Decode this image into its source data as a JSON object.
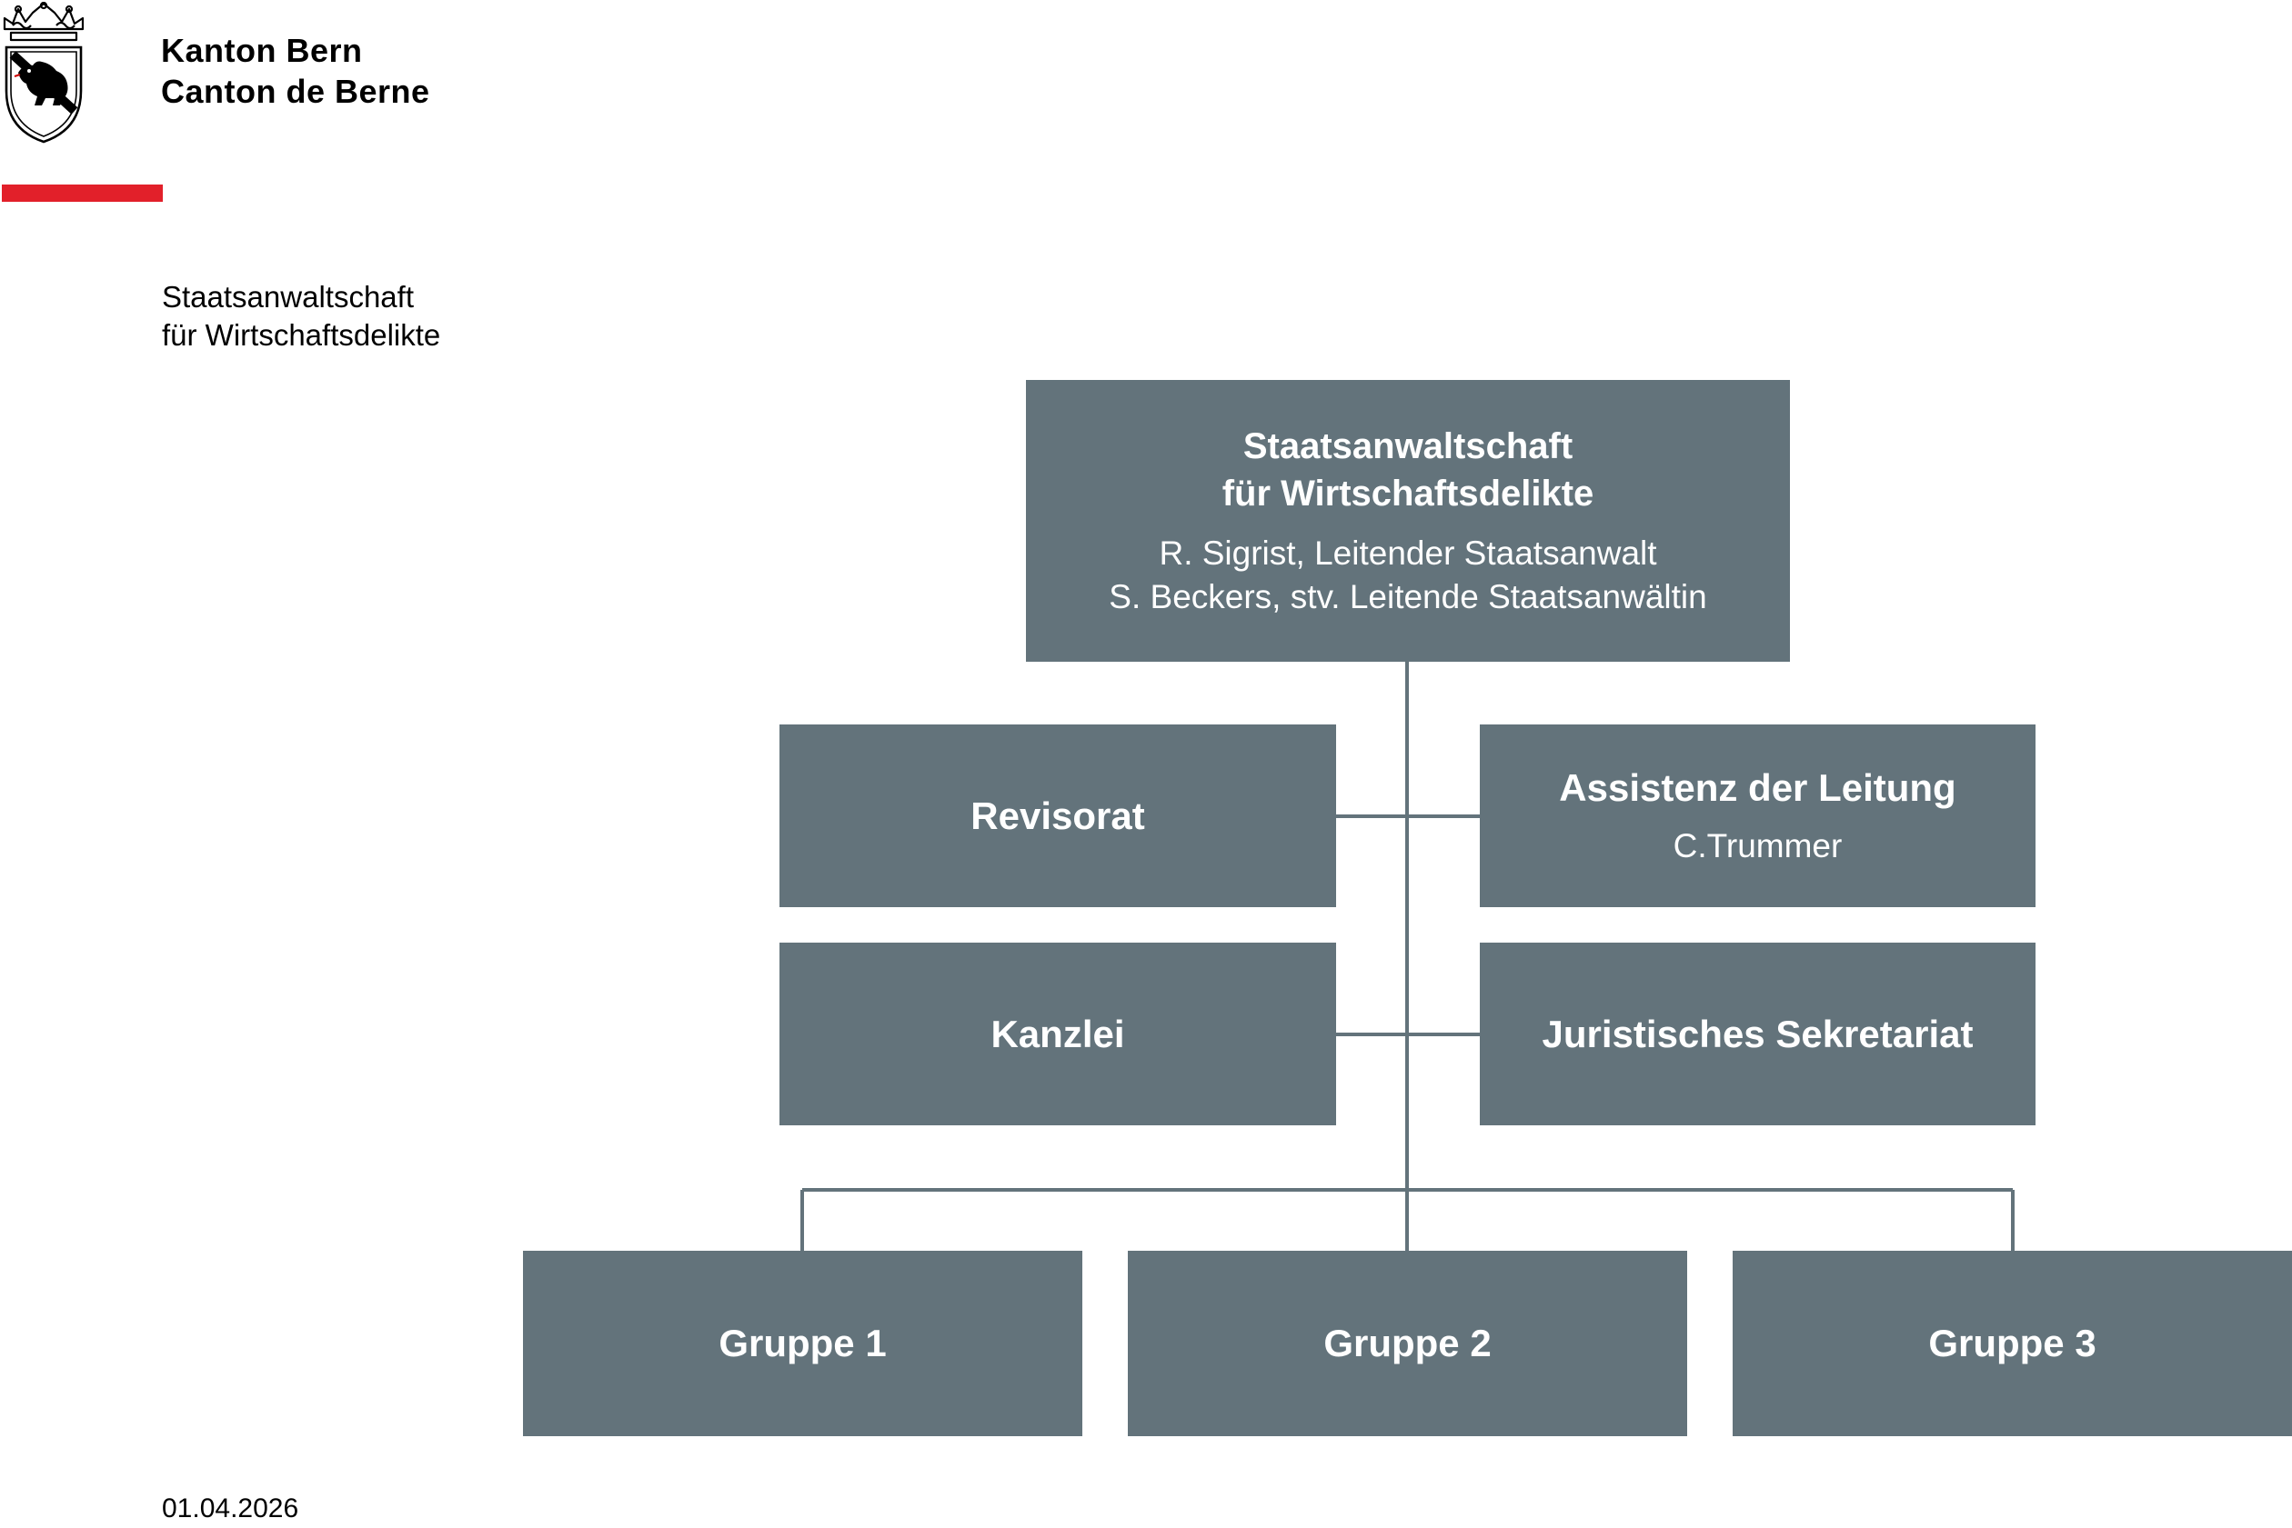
{
  "colors": {
    "box_fill": "#63737b",
    "connector": "#63737b",
    "accent_red": "#e2202a",
    "text_dark": "#000000",
    "text_on_box": "#ffffff"
  },
  "header": {
    "logo_icon": "bern-coat-of-arms-icon",
    "canton_de": "Kanton Bern",
    "canton_fr": "Canton de Berne"
  },
  "department": {
    "line1": "Staatsanwaltschaft",
    "line2": "für Wirtschaftsdelikte"
  },
  "org": {
    "top": {
      "title_line1": "Staatsanwaltschaft",
      "title_line2": "für Wirtschaftsdelikte",
      "person1": "R. Sigrist, Leitender Staatsanwalt",
      "person2": "S. Beckers, stv. Leitende Staatsanwältin"
    },
    "revisorat": {
      "title": "Revisorat"
    },
    "assistenz": {
      "title": "Assistenz der Leitung",
      "person": "C.Trummer"
    },
    "kanzlei": {
      "title": "Kanzlei"
    },
    "juristisches": {
      "title": "Juristisches Sekretariat"
    },
    "groups": [
      {
        "title": "Gruppe 1"
      },
      {
        "title": "Gruppe 2"
      },
      {
        "title": "Gruppe 3"
      }
    ]
  },
  "footer": {
    "date": "01.04.2026"
  }
}
